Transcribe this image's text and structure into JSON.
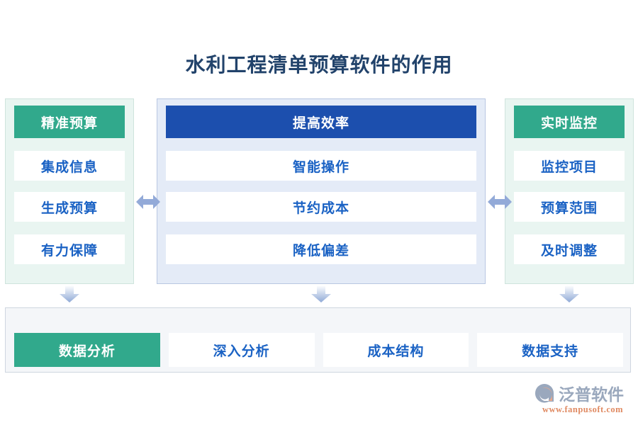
{
  "title": "水利工程清单预算软件的作用",
  "colors": {
    "title": "#22436b",
    "teal": "#31a98c",
    "dark_blue": "#1c4fae",
    "item_text_blue": "#1a62c4",
    "teal_panel_bg": "#e9f5f1",
    "blue_panel_bg": "#e4ebf7",
    "bottom_panel_bg": "#f4f6f9",
    "arrow": "#93aad8",
    "logo_word": "#9aa8bd",
    "logo_url": "#e08a62"
  },
  "columns": [
    {
      "id": "precise-budget",
      "header": "精准预算",
      "header_style": "teal",
      "items": [
        "集成信息",
        "生成预算",
        "有力保障"
      ]
    },
    {
      "id": "improve-efficiency",
      "header": "提高效率",
      "header_style": "blue",
      "items": [
        "智能操作",
        "节约成本",
        "降低偏差"
      ]
    },
    {
      "id": "realtime-monitoring",
      "header": "实时监控",
      "header_style": "teal",
      "items": [
        "监控项目",
        "预算范围",
        "及时调整"
      ]
    }
  ],
  "bottom": {
    "cells": [
      "数据分析",
      "深入分析",
      "成本结构",
      "数据支持"
    ],
    "active_index": 0
  },
  "connectors": {
    "horizontal_arrow": "double-headed-horizontal-arrow",
    "down_arrow": "down-arrow"
  },
  "logo": {
    "mark": "fanpu-swirl-logo-icon",
    "word": "泛普软件",
    "url": "www.fanpusoft.com"
  }
}
